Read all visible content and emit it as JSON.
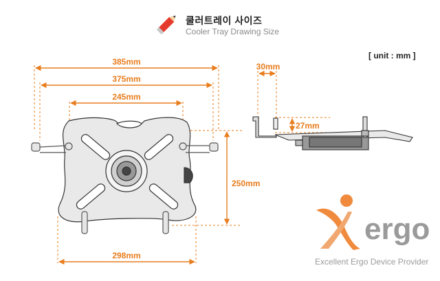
{
  "header": {
    "title_ko": "쿨러트레이 사이즈",
    "title_en": "Cooler Tray Drawing Size",
    "icon": "pencil-icon"
  },
  "unit_label": "[ unit : mm ]",
  "dimensions": {
    "width_outer": "385mm",
    "width_inner": "375mm",
    "width_top": "245mm",
    "width_bottom": "298mm",
    "height_side": "250mm",
    "side_hook": "30mm",
    "side_thickness": "27mm"
  },
  "brand": {
    "logo_text": "xergo",
    "tagline": "Excellent Ergo Device Provider",
    "colors": {
      "orange": "#f08a3c",
      "gray": "#9a9a9a"
    }
  },
  "colors": {
    "dimension": "#e87d1e",
    "line": "#333333"
  }
}
